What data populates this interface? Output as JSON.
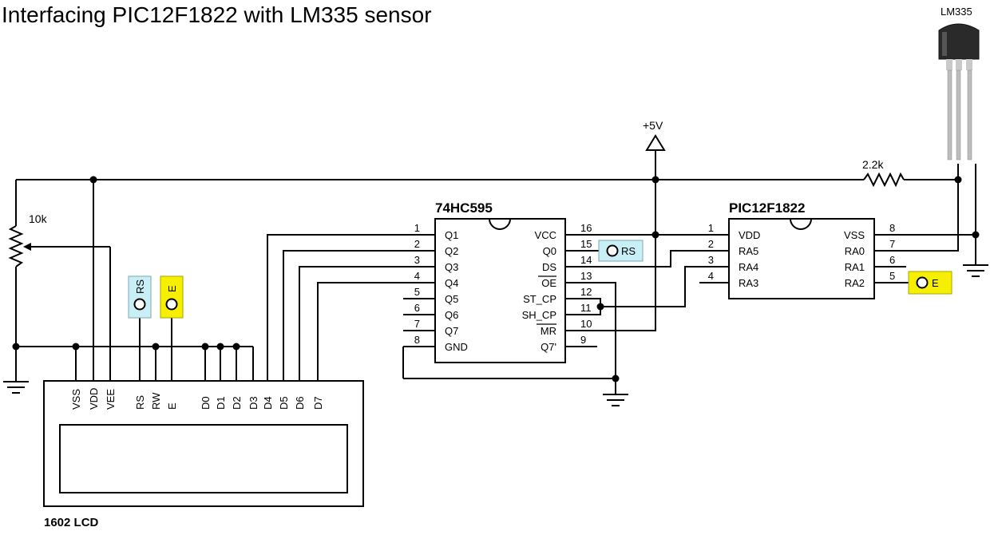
{
  "title": "Interfacing PIC12F1822 with LM335 sensor",
  "components": {
    "sensor_label": "LM335",
    "supply_label": "+5V",
    "resistor_label": "2.2k",
    "pot_label": "10k",
    "shift_register": {
      "name": "74HC595",
      "left_pin_numbers": [
        "1",
        "2",
        "3",
        "4",
        "5",
        "6",
        "7",
        "8"
      ],
      "left_pin_names": [
        "Q1",
        "Q2",
        "Q3",
        "Q4",
        "Q5",
        "Q6",
        "Q7",
        "GND"
      ],
      "right_pin_numbers": [
        "16",
        "15",
        "14",
        "13",
        "12",
        "11",
        "10",
        "9"
      ],
      "right_pin_names": [
        "VCC",
        "Q0",
        "DS",
        "OE",
        "ST_CP",
        "SH_CP",
        "MR",
        "Q7'"
      ]
    },
    "mcu": {
      "name": "PIC12F1822",
      "left_pin_numbers": [
        "1",
        "2",
        "3",
        "4"
      ],
      "left_pin_names": [
        "VDD",
        "RA5",
        "RA4",
        "RA3"
      ],
      "right_pin_numbers": [
        "8",
        "7",
        "6",
        "5"
      ],
      "right_pin_names": [
        "VSS",
        "RA0",
        "RA1",
        "RA2"
      ]
    },
    "lcd": {
      "name": "1602 LCD",
      "pins": [
        "VSS",
        "VDD",
        "VEE",
        "RS",
        "RW",
        "E",
        "D0",
        "D1",
        "D2",
        "D3",
        "D4",
        "D5",
        "D6",
        "D7"
      ]
    },
    "net_labels": {
      "rs": "RS",
      "e": "E"
    }
  },
  "colors": {
    "rs_tag": "#c8eef6",
    "e_tag": "#f6f000",
    "ink": "#000000"
  }
}
